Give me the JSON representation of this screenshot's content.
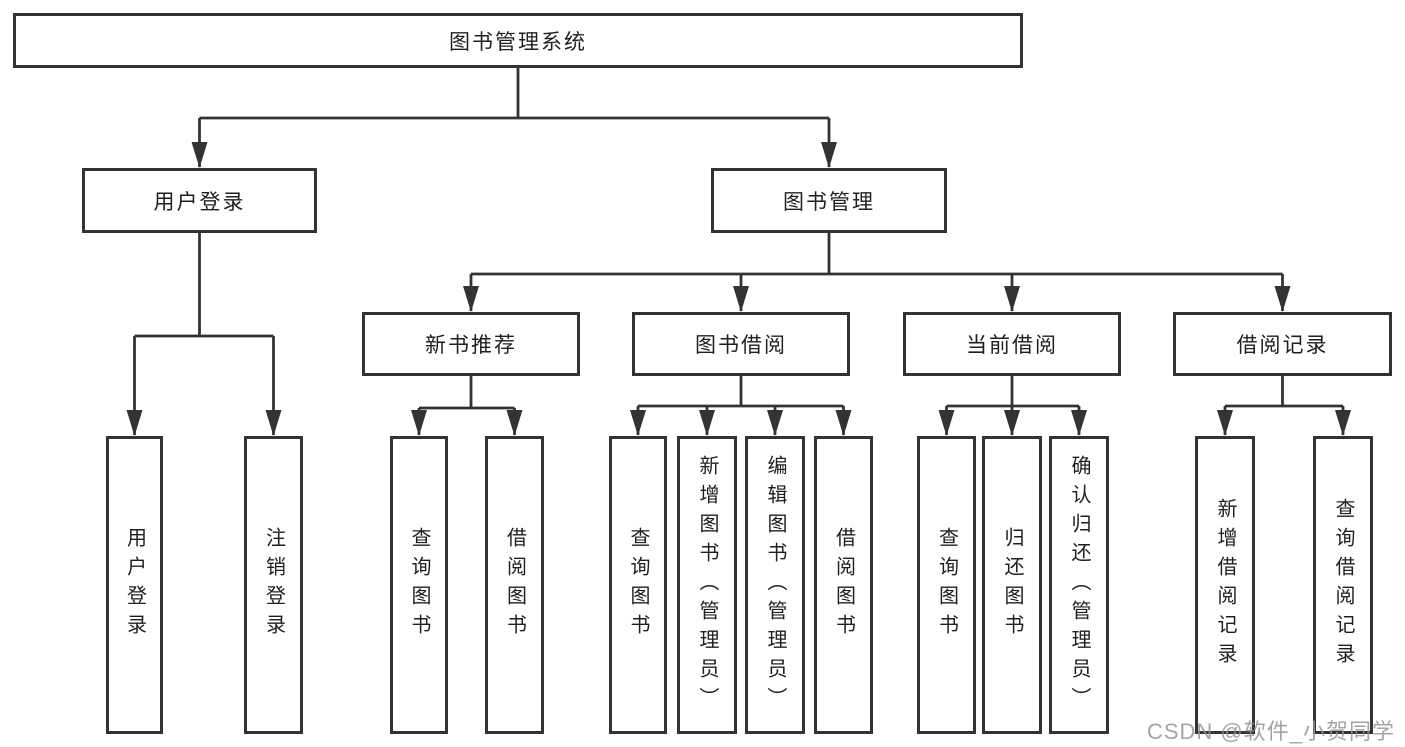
{
  "diagram": {
    "title": "图书管理系统",
    "type": "hierarchy-tree",
    "colors": {
      "line": "#333333",
      "box_border": "#333333",
      "box_fill": "#ffffff",
      "text": "#1f1f1f",
      "background": "#ffffff",
      "watermark": "#949494"
    },
    "nodes": {
      "root": {
        "label": "图书管理系统"
      },
      "user_login": {
        "label": "用户登录"
      },
      "book_mgmt": {
        "label": "图书管理"
      },
      "new_book_rec": {
        "label": "新书推荐"
      },
      "book_borrow": {
        "label": "图书借阅"
      },
      "current_borrow": {
        "label": "当前借阅"
      },
      "borrow_records": {
        "label": "借阅记录"
      },
      "leaf_user_login": {
        "label": "用户登录"
      },
      "leaf_logout": {
        "label": "注销登录"
      },
      "leaf_rec_query": {
        "label": "查询图书"
      },
      "leaf_rec_borrow": {
        "label": "借阅图书"
      },
      "leaf_bb_query": {
        "label": "查询图书"
      },
      "leaf_bb_add": {
        "label": "新增图书（管理员）"
      },
      "leaf_bb_edit": {
        "label": "编辑图书（管理员）"
      },
      "leaf_bb_borrow": {
        "label": "借阅图书"
      },
      "leaf_cb_query": {
        "label": "查询图书"
      },
      "leaf_cb_return": {
        "label": "归还图书"
      },
      "leaf_cb_confirm": {
        "label": "确认归还（管理员）"
      },
      "leaf_br_add": {
        "label": "新增借阅记录"
      },
      "leaf_br_query": {
        "label": "查询借阅记录"
      }
    },
    "edges": [
      {
        "from": "root",
        "to": [
          "user_login",
          "book_mgmt"
        ]
      },
      {
        "from": "user_login",
        "to": [
          "leaf_user_login",
          "leaf_logout"
        ]
      },
      {
        "from": "book_mgmt",
        "to": [
          "new_book_rec",
          "book_borrow",
          "current_borrow",
          "borrow_records"
        ]
      },
      {
        "from": "new_book_rec",
        "to": [
          "leaf_rec_query",
          "leaf_rec_borrow"
        ]
      },
      {
        "from": "book_borrow",
        "to": [
          "leaf_bb_query",
          "leaf_bb_add",
          "leaf_bb_edit",
          "leaf_bb_borrow"
        ]
      },
      {
        "from": "current_borrow",
        "to": [
          "leaf_cb_query",
          "leaf_cb_return",
          "leaf_cb_confirm"
        ]
      },
      {
        "from": "borrow_records",
        "to": [
          "leaf_br_add",
          "leaf_br_query"
        ]
      }
    ],
    "watermark": "CSDN @软件_小贺同学"
  }
}
